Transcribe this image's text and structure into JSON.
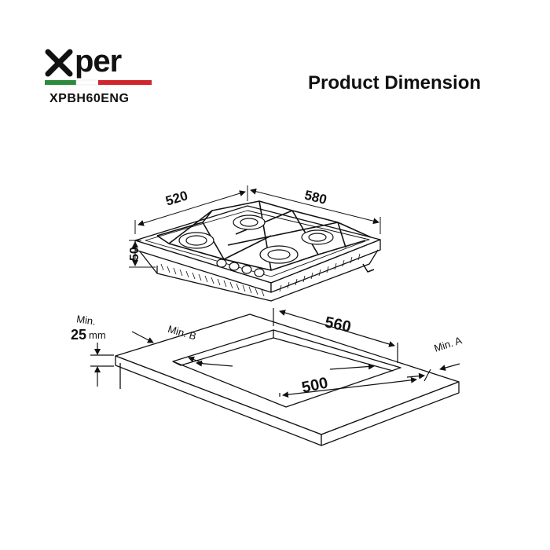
{
  "brand": {
    "logo_text": "xper",
    "colors": {
      "green": "#2e8b3d",
      "red": "#d0262c",
      "text": "#111111"
    }
  },
  "header": {
    "model": "XPBH60ENG",
    "title": "Product Dimension"
  },
  "dimensions": {
    "hob_depth": "520",
    "hob_width": "580",
    "hob_height": "50",
    "cutout_width": "560",
    "cutout_depth": "500",
    "min_label_1": "Min.",
    "min_thickness": "25",
    "min_unit": "mm",
    "min_a": "Min. A",
    "min_b": "Min. B"
  }
}
